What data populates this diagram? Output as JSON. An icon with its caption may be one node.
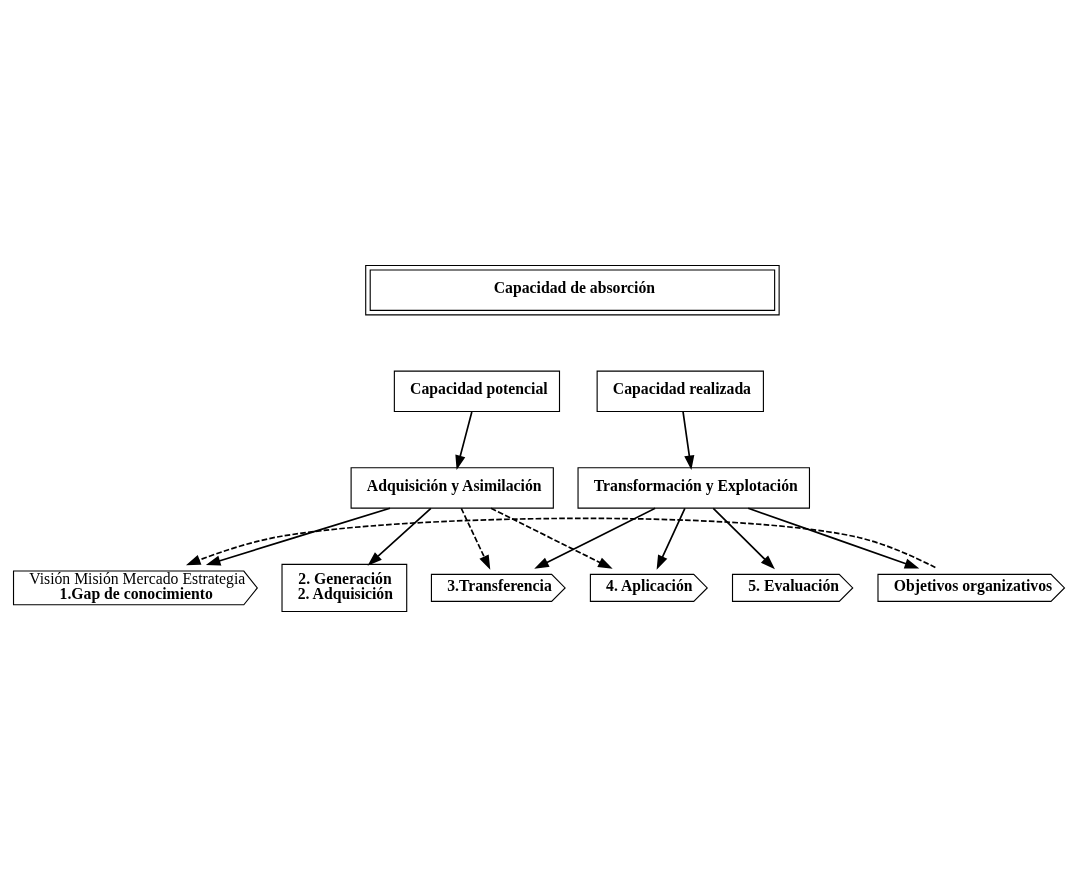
{
  "diagram": {
    "nodes": [
      {
        "text": [
          "Capacidad de absorción"
        ]
      },
      {
        "text": [
          "Capacidad potencial"
        ]
      },
      {
        "text": [
          "Capacidad realizada"
        ]
      },
      {
        "text": [
          "Adquisición y Asimilación"
        ]
      },
      {
        "text": [
          "Transformación y Explotación"
        ]
      },
      {
        "text": [
          "2. Generación",
          "2. Adquisición"
        ]
      },
      {
        "text": [
          "Visión Misión Mercado Estrategia",
          "1.Gap de conocimiento"
        ]
      },
      {
        "text": [
          "3.Transferencia"
        ]
      },
      {
        "text": [
          "4. Aplicación"
        ]
      },
      {
        "text": [
          "5. Evaluación"
        ]
      },
      {
        "text": [
          "Objetivos organizativos"
        ]
      }
    ],
    "edges": [
      {
        "from": 1,
        "to": 3,
        "arrow": "to"
      },
      {
        "from": 2,
        "to": 4,
        "arrow": "to"
      },
      {
        "from": 3,
        "to": 6,
        "arrow": "to"
      },
      {
        "from": 3,
        "to": 5,
        "arrow": "to"
      },
      {
        "from": 3,
        "to": 7,
        "arrow": "to",
        "style": "dashed"
      },
      {
        "from": 3,
        "to": 8,
        "arrow": "to",
        "style": "dashed"
      },
      {
        "from": 4,
        "to": 7,
        "arrow": "to"
      },
      {
        "from": 4,
        "to": 8,
        "arrow": "to"
      },
      {
        "from": 4,
        "to": 9,
        "arrow": "to"
      },
      {
        "from": 4,
        "to": 10,
        "arrow": "to"
      },
      {
        "from": 10,
        "to": 6,
        "arrow": "to",
        "style": "dashed"
      }
    ]
  }
}
